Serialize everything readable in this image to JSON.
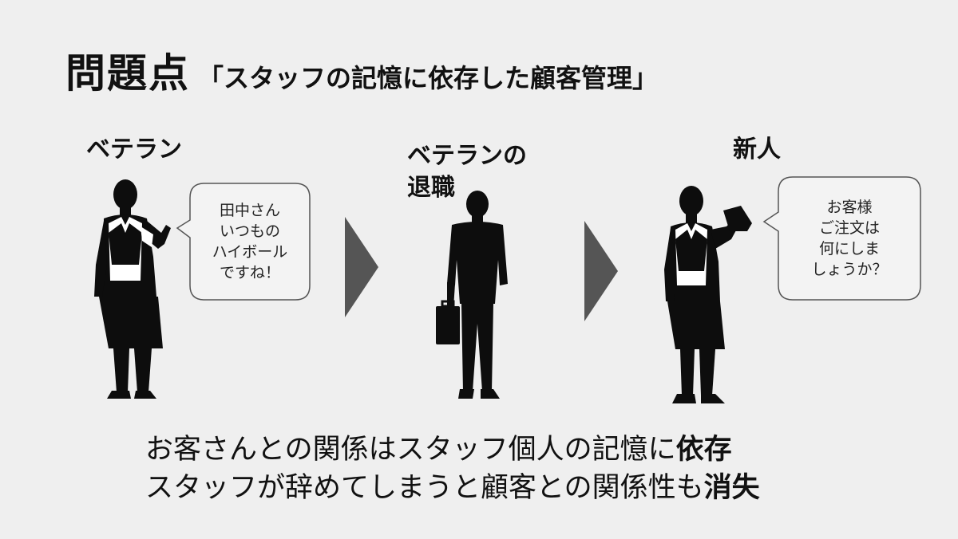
{
  "title": {
    "main": "問題点",
    "sub": "「スタッフの記憶に依存した顧客管理」"
  },
  "panels": [
    {
      "label": "ベテラン",
      "bubble": [
        "田中さん",
        "いつもの",
        "ハイボール",
        "ですね！"
      ]
    },
    {
      "label_lines": [
        "ベテランの",
        "退職"
      ]
    },
    {
      "label": "新人",
      "bubble": [
        "お客様",
        "ご注文は",
        "何にしま",
        "しょうか？"
      ]
    }
  ],
  "caption": {
    "line1_normal": "お客さんとの関係はスタッフ個人の記憶に",
    "line1_bold": "依存",
    "line2_normal": "スタッフが辞めてしまうと顧客との関係性も",
    "line2_bold": "消失"
  },
  "colors": {
    "background": "#efefef",
    "silhouette": "#0d0d0d",
    "arrow": "#555555",
    "bubble_fill": "#f3f3f3",
    "bubble_stroke": "#555555"
  }
}
